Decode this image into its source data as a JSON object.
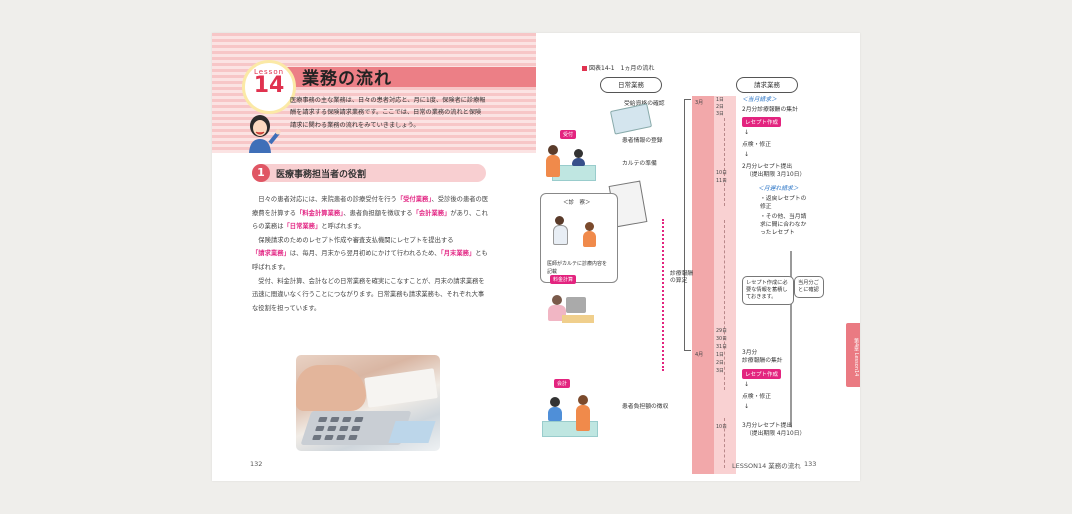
{
  "left_page": {
    "lesson_label": "Lesson",
    "lesson_number": "14",
    "title": "業務の流れ",
    "intro": "医療事務の主な業務は、日々の患者対応と、月に1度、保険者に診療報酬を請求する保険請求業務です。ここでは、日常の業務の流れと保険請求に関わる業務の流れをみていきましょう。",
    "section": {
      "number": "1",
      "title": "医療事務担当者の役割"
    },
    "paragraphs": [
      {
        "parts": [
          "日々の患者対応には、来院患者の診療受付を行う",
          "「受付業務」",
          "、受診後の患者の医療費を計算する",
          "「料金計算業務」",
          "、患者負担額を徴収する",
          "「会計業務」",
          "があり、これらの業務は",
          "「日常業務」",
          "と呼ばれます。"
        ]
      },
      {
        "parts": [
          "保険請求のためのレセプト作成や審査支払機関にレセプトを提出する",
          "「請求業務」",
          "は、毎月、月末から翌月初めにかけて行われるため、",
          "「月末業務」",
          "とも呼ばれます。"
        ]
      },
      {
        "parts": [
          "受付、料金計算、会計などの日常業務を確実にこなすことが、月末の請求業務を迅速に間違いなく行うことにつながります。日常業務も請求業務も、それぞれ大事な役割を担っています。"
        ]
      }
    ],
    "photo_alt": "calculator-photo",
    "page_number": "132"
  },
  "right_page": {
    "figure_label": "図表14-1　1ヵ月の流れ",
    "column_daily": "日常業務",
    "column_billing": "請求業務",
    "months": [
      "3月",
      "4月"
    ],
    "days_march": [
      "1日",
      "2日",
      "3日",
      "10日",
      "11日",
      "29日",
      "30日",
      "31日"
    ],
    "days_april": [
      "1日",
      "2日",
      "3日",
      "10日"
    ],
    "daily_items": [
      "受給資格の確認",
      "患者情報の登録",
      "カルテの準備",
      "診療報酬の算定",
      "患者負担額の徴収"
    ],
    "daily_tags": [
      "受付",
      "料金計算",
      "会計"
    ],
    "consult_box": {
      "title": "＜診　察＞",
      "caption": "医師がカルテに診療内容を記載"
    },
    "billing": {
      "current_month_head": "＜当月請求＞",
      "current_month_line1": "2月分診療報酬の集計",
      "tag_receipt": "レセプト作成",
      "check": "点検・修正",
      "submit1": "2月分レセプト提出",
      "submit1_date": "（提出期限 3月10日）",
      "monthly_head": "＜月遅れ請求＞",
      "monthly_items": [
        "・返戻レセプトの修正",
        "・その他、当月請求に間に合わなかったレセプト"
      ],
      "note_box": "レセプト作成に必要な情報を蓄積しておきます。",
      "note_box2": "当月分ごとに確認",
      "april_line1": "3月分",
      "april_line2": "診療報酬の集計",
      "submit2": "3月分レセプト提出",
      "submit2_date": "（提出期限 4月10日）"
    },
    "side_tab": "第4章 Lesson14",
    "running_footer": "LESSON14 業務の流れ",
    "page_number": "133"
  }
}
